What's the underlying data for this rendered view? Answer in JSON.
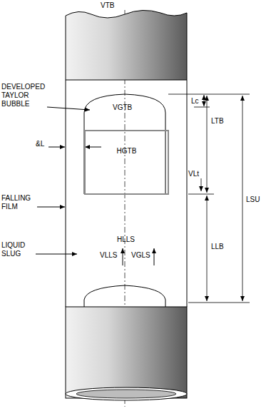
{
  "diagram": {
    "nodes": [
      {
        "text": [
          "HGTB"
        ]
      }
    ],
    "labels": [
      "VTB",
      "DEVELOPED TAYLOR BUBBLE",
      "VGTB",
      "&L",
      "FALLING FILM",
      "LIQUID SLUG",
      "VLLS",
      "HLLS",
      "VGLS",
      "Lc",
      "LTB",
      "VLt",
      "LLB",
      "LSU"
    ]
  }
}
